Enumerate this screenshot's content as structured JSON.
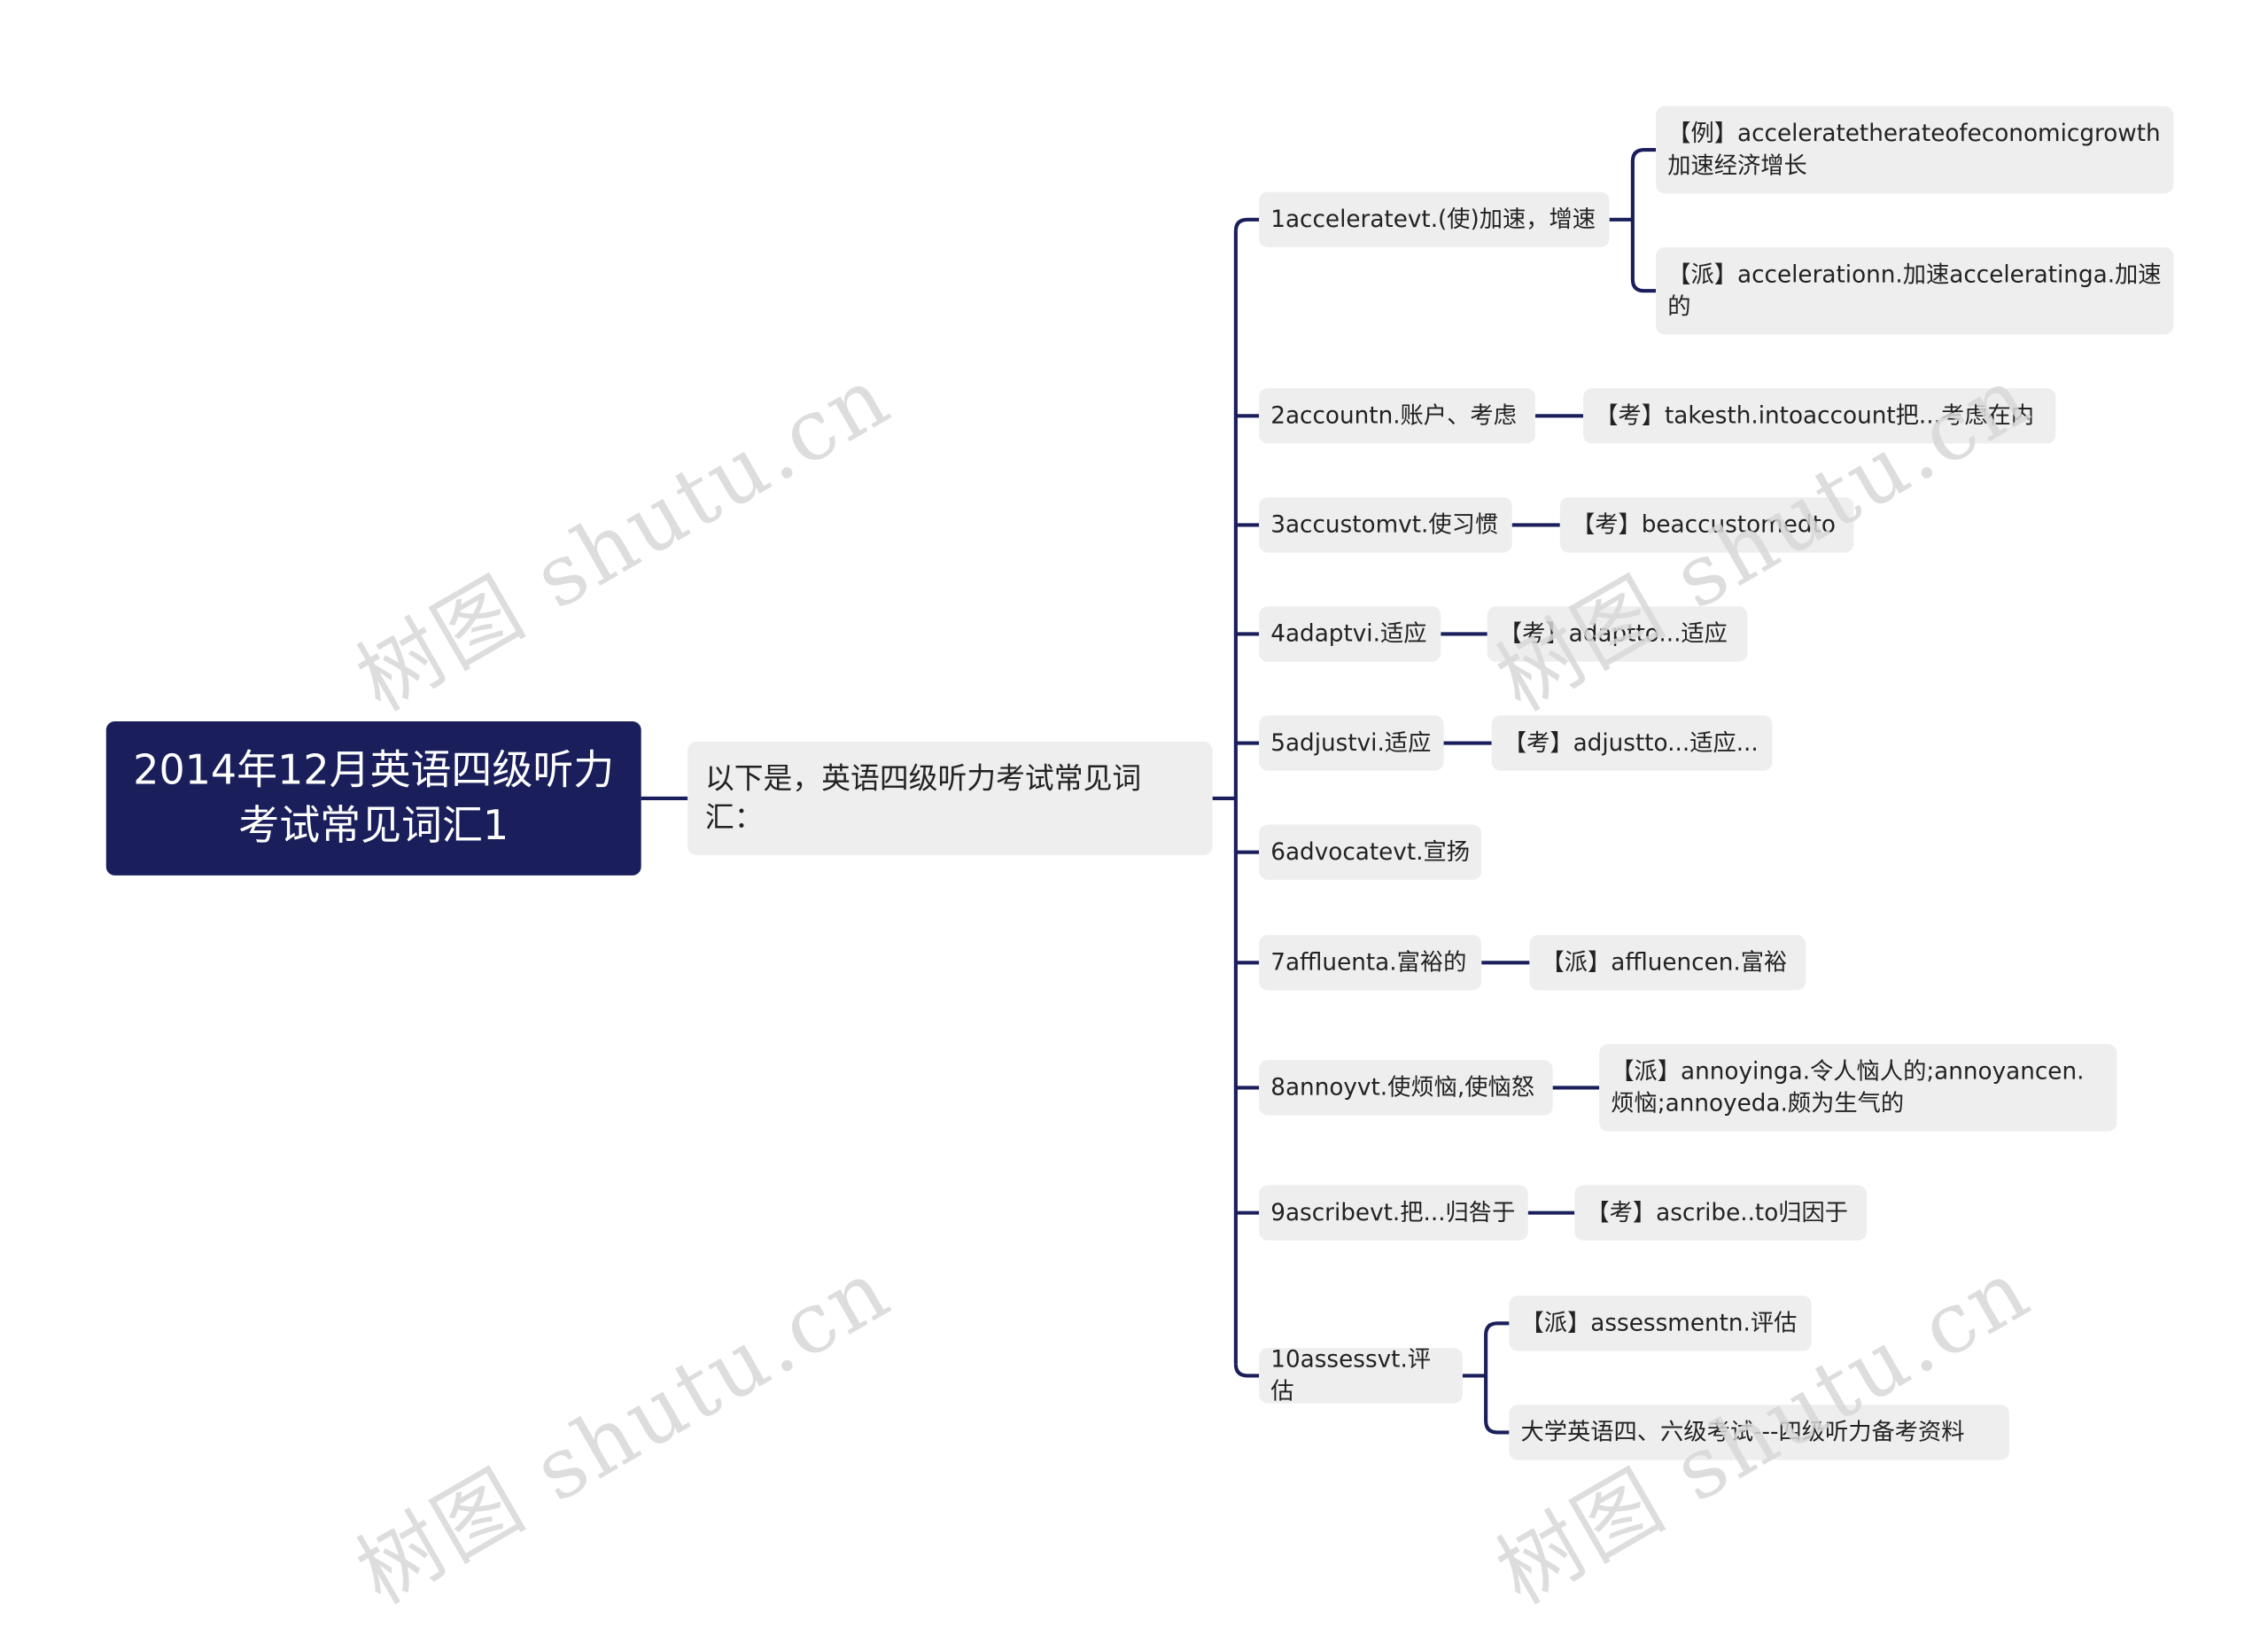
{
  "watermark": "树图 shutu.cn",
  "colors": {
    "root_bg": "#1a1f5c",
    "line": "#1a1f5c",
    "node_bg": "#eeeeee"
  },
  "root": {
    "label": "2014年12月英语四级听力考试常见词汇1"
  },
  "intro": {
    "label": "以下是，英语四级听力考试常见词汇："
  },
  "words": [
    {
      "label": "1acceleratevt.(使)加速，增速",
      "children": [
        "【例】acceleratetherateofeconomicgrowth加速经济增长",
        "【派】accelerationn.加速acceleratinga.加速的"
      ]
    },
    {
      "label": "2accountn.账户、考虑",
      "children": [
        "【考】takesth.intoaccount把...考虑在内"
      ]
    },
    {
      "label": "3accustomvt.使习惯",
      "children": [
        "【考】beaccustomedto"
      ]
    },
    {
      "label": "4adaptvi.适应",
      "children": [
        "【考】adaptto...适应"
      ]
    },
    {
      "label": "5adjustvi.适应",
      "children": [
        "【考】adjustto...适应..."
      ]
    },
    {
      "label": "6advocatevt.宣扬",
      "children": []
    },
    {
      "label": "7affluenta.富裕的",
      "children": [
        "【派】affluencen.富裕"
      ]
    },
    {
      "label": "8annoyvt.使烦恼,使恼怒",
      "children": [
        "【派】annoyinga.令人恼人的;annoyancen.烦恼;annoyeda.颇为生气的"
      ]
    },
    {
      "label": "9ascribevt.把...归咎于",
      "children": [
        "【考】ascribe..to归因于"
      ]
    },
    {
      "label": "10assessvt.评估",
      "children": [
        "【派】assessmentn.评估",
        "大学英语四、六级考试---四级听力备考资料"
      ]
    }
  ]
}
